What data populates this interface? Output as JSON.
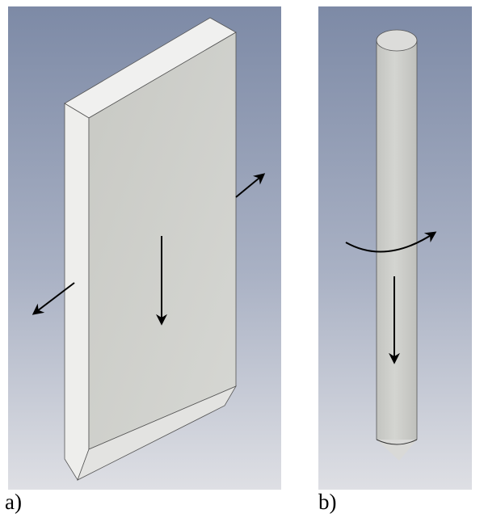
{
  "figure": {
    "panels": [
      {
        "id": "a",
        "caption": "a)",
        "object": "flat-blade",
        "arrows": [
          "downward-motion",
          "lateral-left",
          "lateral-right"
        ]
      },
      {
        "id": "b",
        "caption": "b)",
        "object": "cylindrical-rod",
        "arrows": [
          "downward-motion",
          "rotation"
        ]
      }
    ]
  },
  "colors": {
    "background_top": "#7d8aa6",
    "background_bottom": "#dedfe4",
    "object_face": "#cfd0cc",
    "object_edge_light": "#eeeeee",
    "arrow": "#000000"
  }
}
